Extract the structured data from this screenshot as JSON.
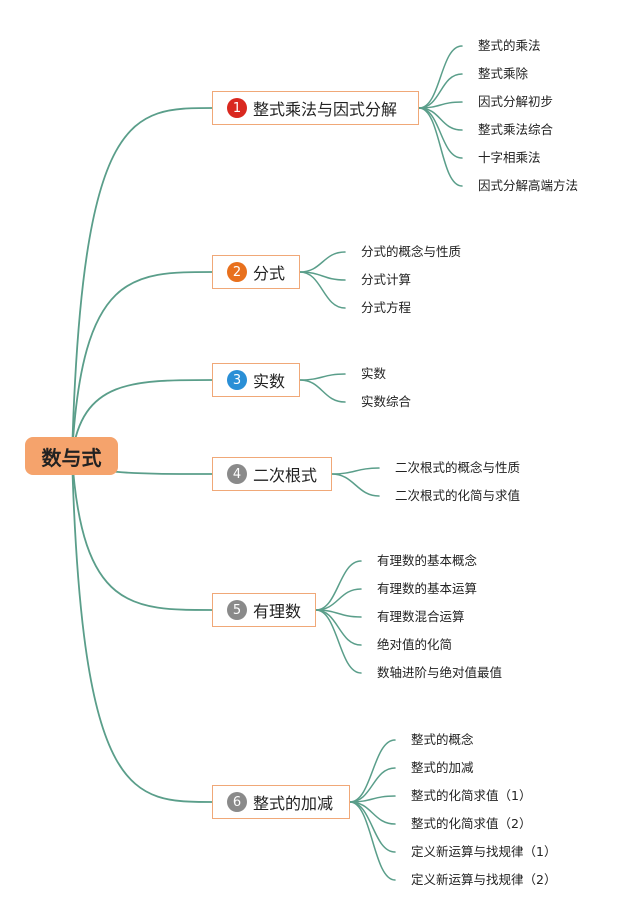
{
  "root": {
    "label": "数与式"
  },
  "branches": [
    {
      "number": "1",
      "label": "整式乘法与因式分解",
      "color": "#d9281f",
      "items": [
        "整式的乘法",
        "整式乘除",
        "因式分解初步",
        "整式乘法综合",
        "十字相乘法",
        "因式分解高端方法"
      ]
    },
    {
      "number": "2",
      "label": "分式",
      "color": "#e8701d",
      "items": [
        "分式的概念与性质",
        "分式计算",
        "分式方程"
      ]
    },
    {
      "number": "3",
      "label": "实数",
      "color": "#2a8fd6",
      "items": [
        "实数",
        "实数综合"
      ]
    },
    {
      "number": "4",
      "label": "二次根式",
      "color": "#8a8a8a",
      "items": [
        "二次根式的概念与性质",
        "二次根式的化简与求值"
      ]
    },
    {
      "number": "5",
      "label": "有理数",
      "color": "#8a8a8a",
      "items": [
        "有理数的基本概念",
        "有理数的基本运算",
        "有理数混合运算",
        "绝对值的化简",
        "数轴进阶与绝对值最值"
      ]
    },
    {
      "number": "6",
      "label": "整式的加减",
      "color": "#8a8a8a",
      "items": [
        "整式的概念",
        "整式的加减",
        "整式的化简求值（1）",
        "整式的化简求值（2）",
        "定义新运算与找规律（1）",
        "定义新运算与找规律（2）"
      ]
    }
  ],
  "colors": {
    "link": "#5a9e8a",
    "root_fill": "#f5a36c",
    "branch_border": "#f0a878"
  }
}
